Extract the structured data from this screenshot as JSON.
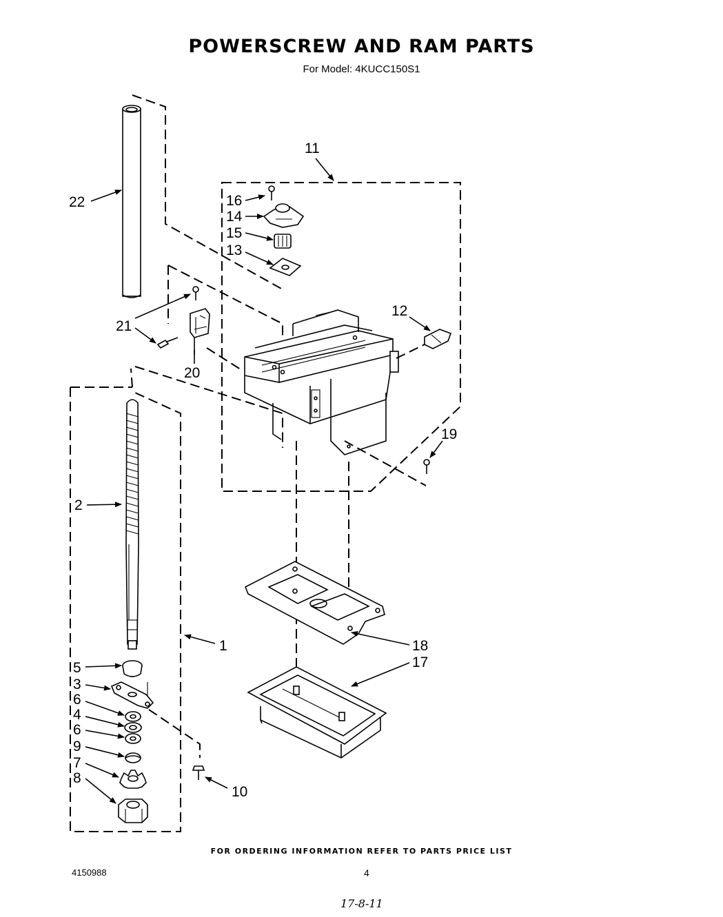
{
  "header": {
    "title": "POWERSCREW AND RAM PARTS",
    "subtitle": "For Model: 4KUCC150S1"
  },
  "callouts": {
    "c1": "1",
    "c2": "2",
    "c3": "3",
    "c4": "4",
    "c5": "5",
    "c6a": "6",
    "c6b": "6",
    "c7": "7",
    "c8": "8",
    "c9": "9",
    "c10": "10",
    "c11": "11",
    "c12": "12",
    "c13": "13",
    "c14": "14",
    "c15": "15",
    "c16": "16",
    "c17": "17",
    "c18": "18",
    "c19": "19",
    "c20": "20",
    "c21": "21",
    "c22": "22"
  },
  "footer": {
    "ordering_note": "FOR ORDERING INFORMATION REFER TO PARTS PRICE LIST",
    "doc_number": "4150988",
    "page_number": "4",
    "handwritten": "17-8-11"
  }
}
